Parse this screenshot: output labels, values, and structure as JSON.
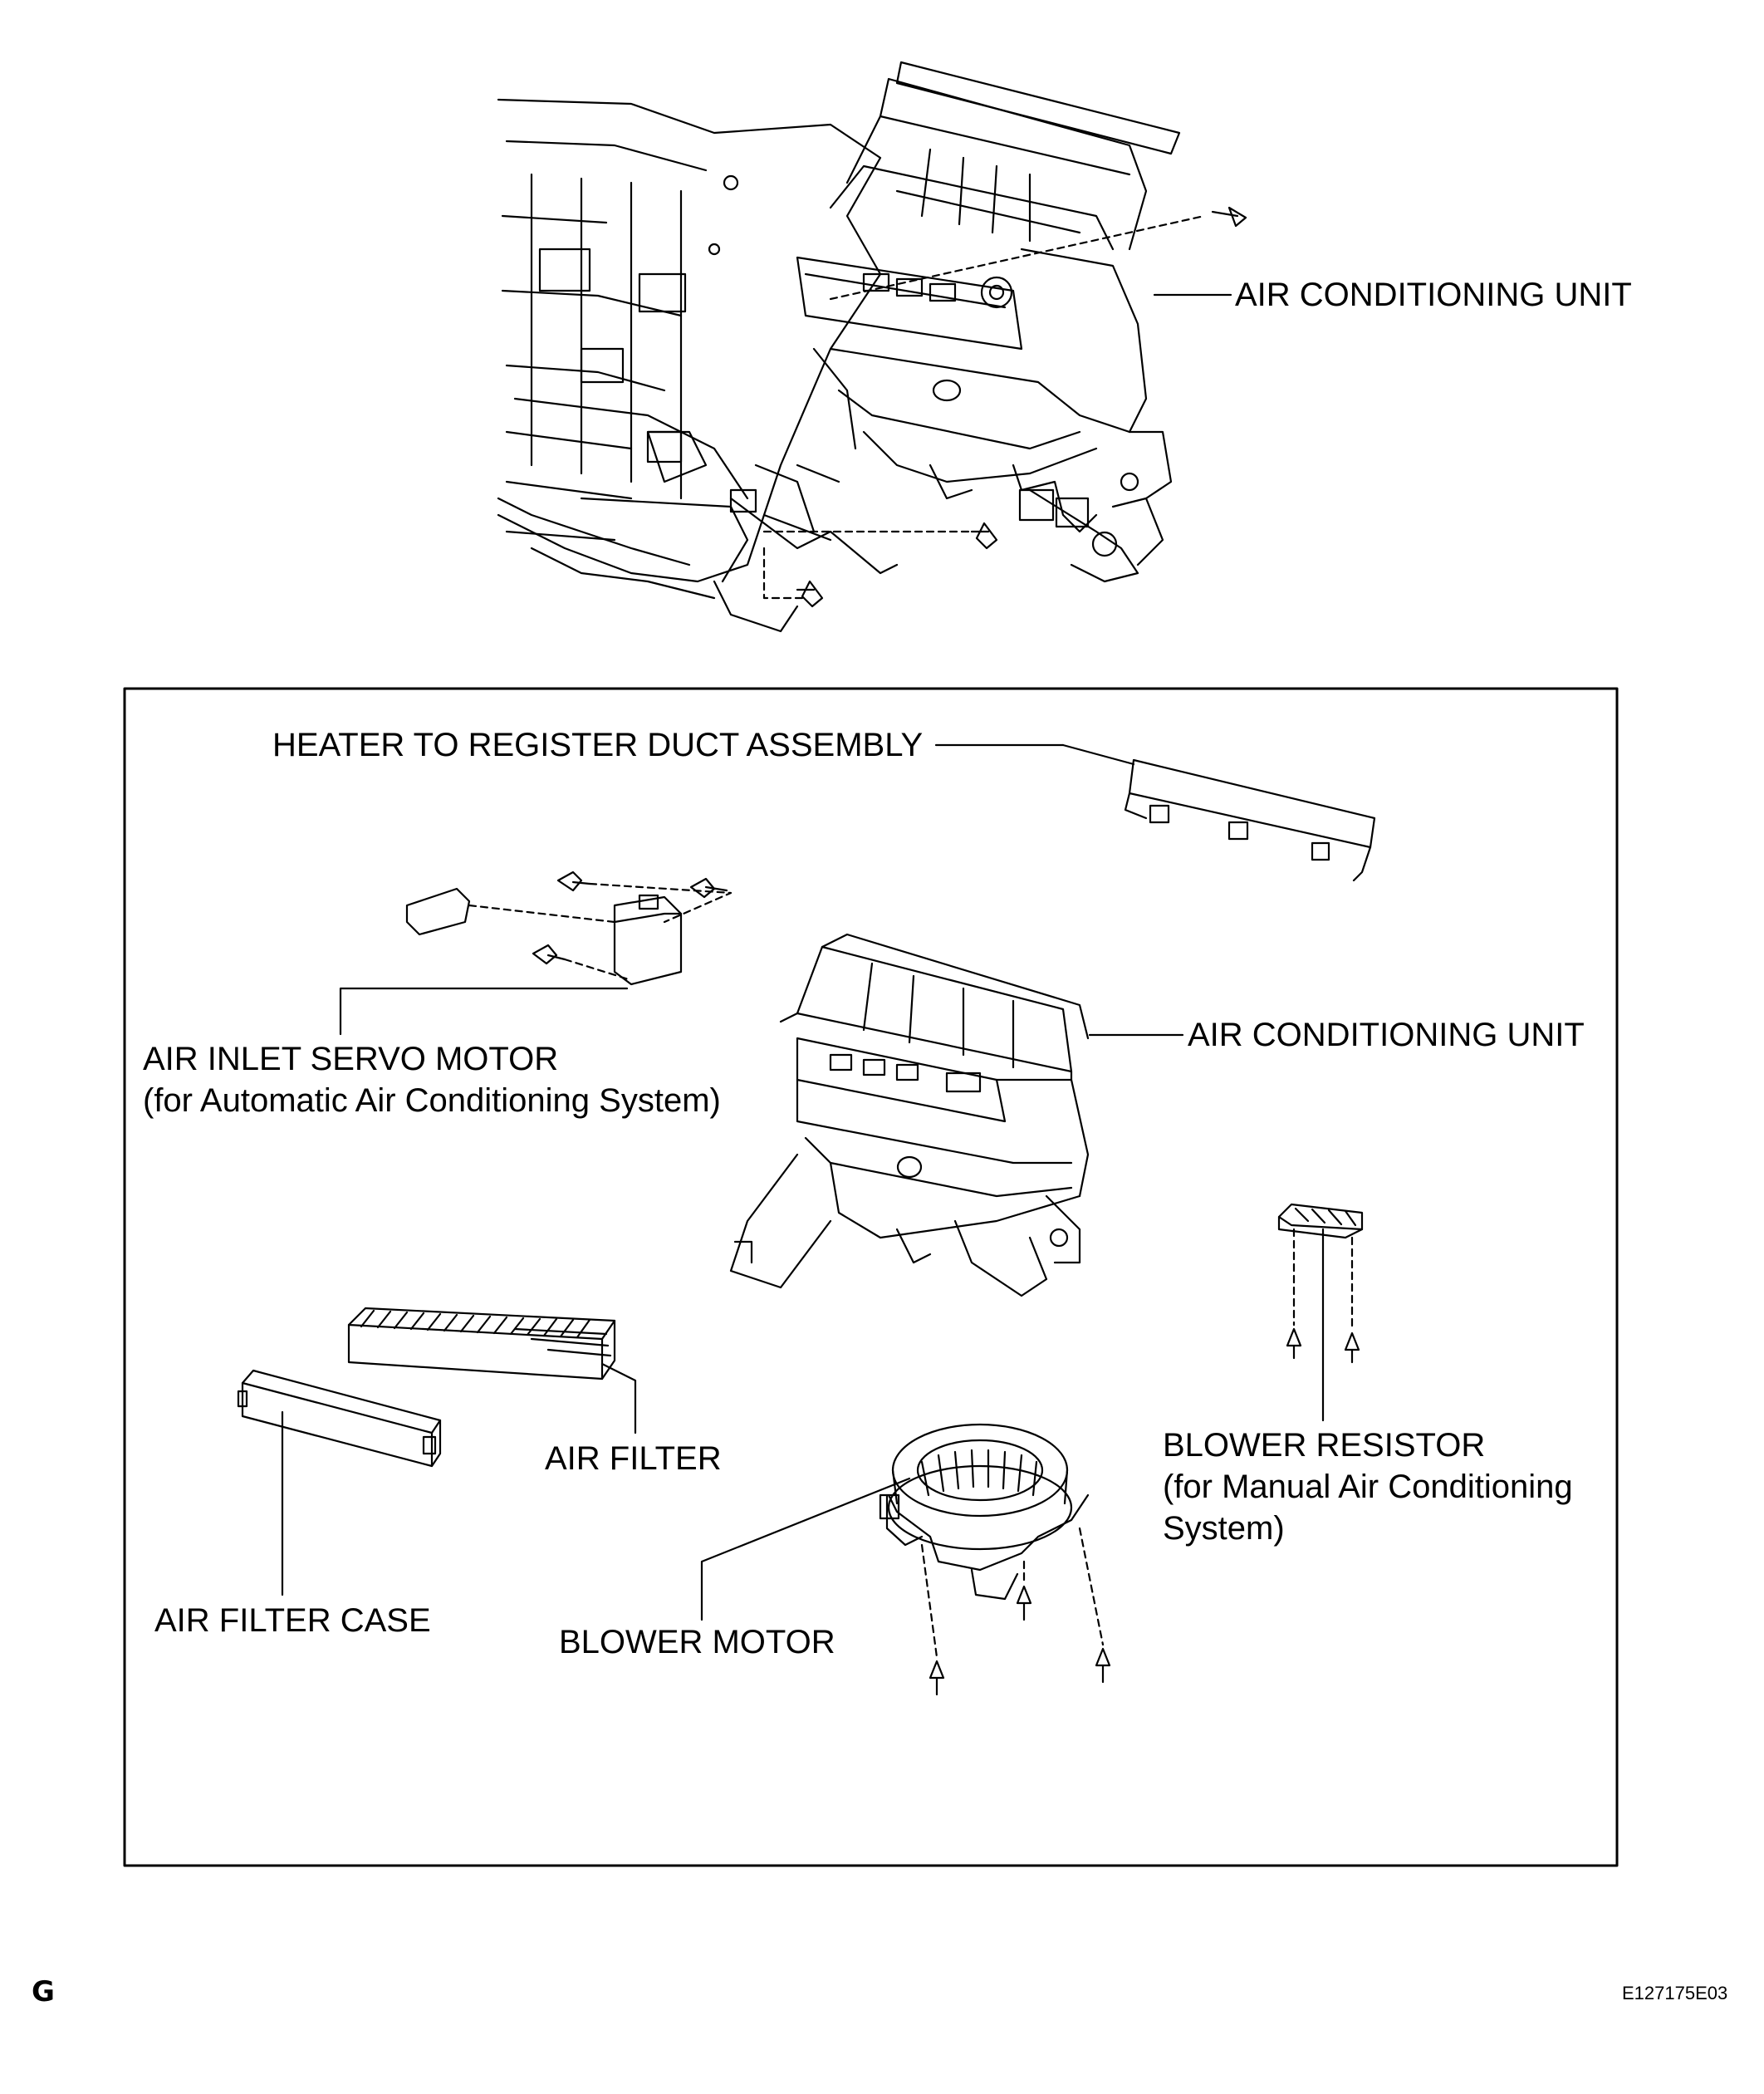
{
  "labels": {
    "ac_unit_top": "AIR CONDITIONING UNIT",
    "duct": "HEATER TO REGISTER DUCT ASSEMBLY",
    "servo_line1": "AIR INLET SERVO MOTOR",
    "servo_line2": "(for Automatic Air Conditioning System)",
    "ac_unit_bottom": "AIR CONDITIONING UNIT",
    "air_filter": "AIR FILTER",
    "air_filter_case": "AIR FILTER CASE",
    "blower_motor": "BLOWER MOTOR",
    "resistor_line1": "BLOWER RESISTOR",
    "resistor_line2": "(for Manual Air Conditioning",
    "resistor_line3": "System)"
  },
  "footer": {
    "section_letter": "G",
    "figure_code": "E127175E03"
  }
}
